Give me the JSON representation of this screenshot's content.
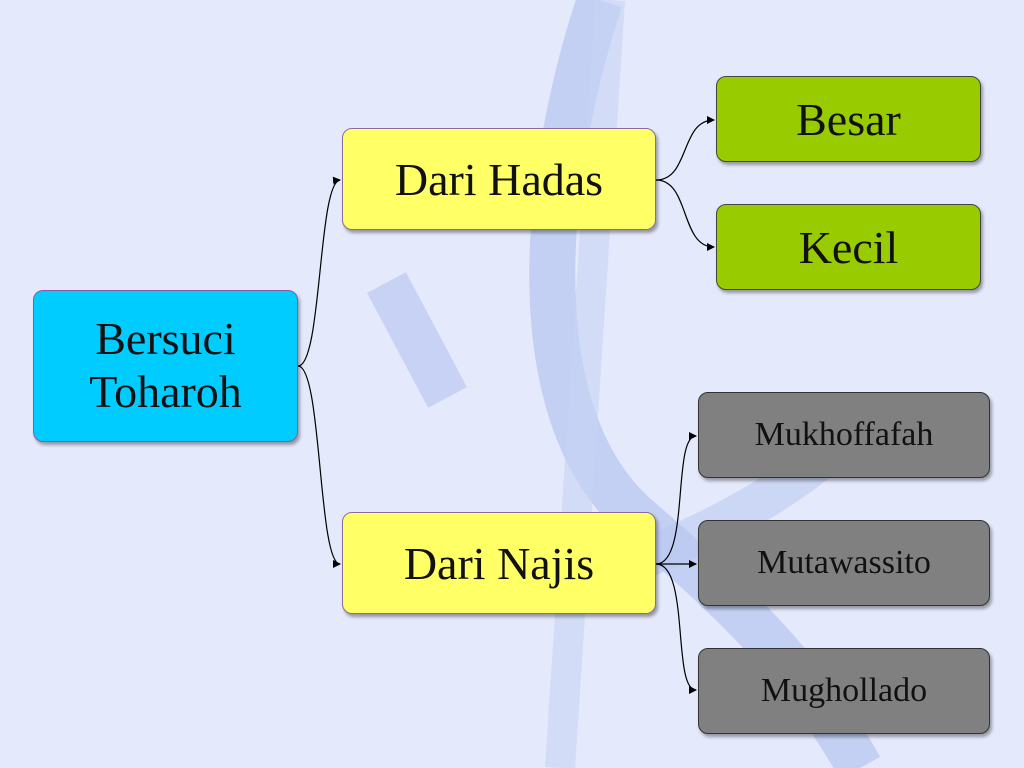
{
  "colors": {
    "background": "#e4e9fb",
    "watermark": "#b8c6f0",
    "root_fill": "#00ccff",
    "level1_fill": "#ffff66",
    "hadas_child_fill": "#99cc00",
    "najis_child_fill": "#808080",
    "connector": "#000000"
  },
  "diagram": {
    "root": {
      "label": "Bersuci\nToharoh"
    },
    "hadas": {
      "label": "Dari Hadas",
      "children": [
        {
          "label": "Besar"
        },
        {
          "label": "Kecil"
        }
      ]
    },
    "najis": {
      "label": "Dari Najis",
      "children": [
        {
          "label": "Mukhoffafah"
        },
        {
          "label": "Mutawassito"
        },
        {
          "label": "Mughollado"
        }
      ]
    }
  }
}
